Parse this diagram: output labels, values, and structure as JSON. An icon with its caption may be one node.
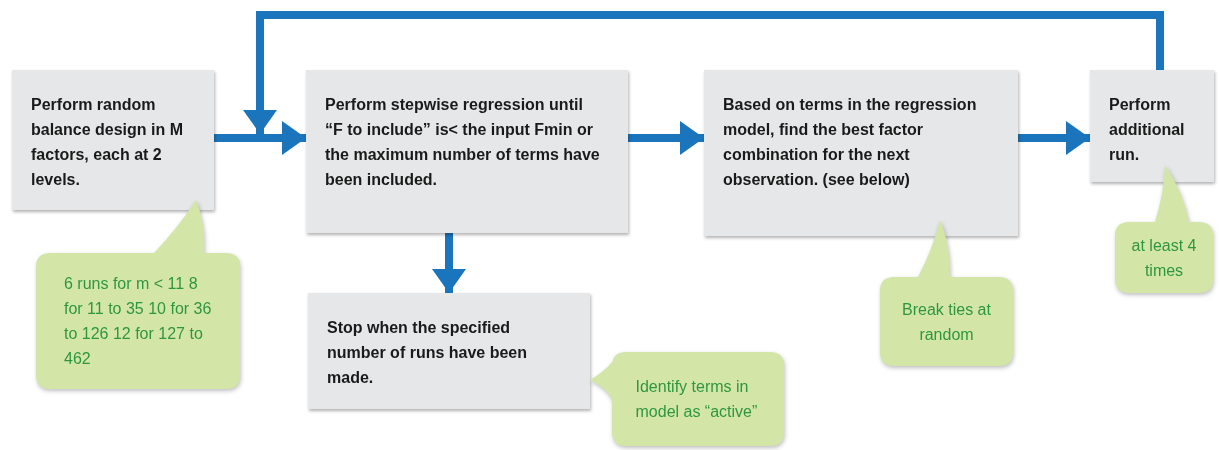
{
  "diagram": {
    "nodes": [
      {
        "text": [
          "Perform random balance design in M factors, each at 2 levels."
        ]
      },
      {
        "text": [
          "Perform stepwise regression until “F to include” is< the input Fmin or the maximum number of terms have been included."
        ]
      },
      {
        "text": [
          "Based on terms in the regression model, find the best factor combination for the next observation. (see below)"
        ]
      },
      {
        "text": [
          "Perform additional run."
        ]
      },
      {
        "text": [
          "Stop when the specified number of runs have been made."
        ]
      },
      {
        "text": [
          "6 runs for m < 11 8 for 11 to 35 10 for 36 to 126 12 for 127 to 462"
        ]
      },
      {
        "text": [
          "Identify terms in model as “active”"
        ]
      },
      {
        "text": [
          "Break ties at random"
        ]
      },
      {
        "text": [
          "at least 4 times"
        ]
      }
    ],
    "edges": [
      {
        "from": 0,
        "to": 1,
        "arrow": "to"
      },
      {
        "from": 1,
        "to": 2,
        "arrow": "to"
      },
      {
        "from": 2,
        "to": 3,
        "arrow": "to"
      },
      {
        "from": 1,
        "to": 4,
        "arrow": "to"
      },
      {
        "from": 3,
        "to": 1,
        "arrow": "to"
      }
    ]
  }
}
